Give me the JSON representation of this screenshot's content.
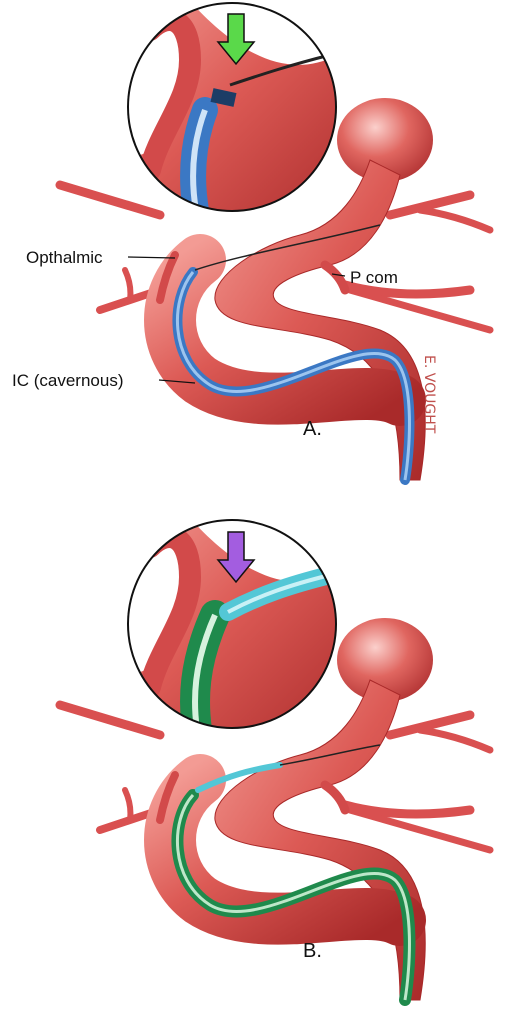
{
  "panels": [
    {
      "id": "A",
      "label": "A.",
      "arrow_color": "#5ad94a",
      "catheter_color": "#3b78c4",
      "labels": {
        "opthalmic": "Opthalmic",
        "pcom": "P com",
        "ic": "IC (cavernous)"
      }
    },
    {
      "id": "B",
      "label": "B.",
      "arrow_color": "#a35de0",
      "catheter_color": "#1f8a4c",
      "inner_catheter_color": "#53c7d6"
    }
  ],
  "signature": "E. VOUGHT",
  "colors": {
    "artery": "#d94a4a",
    "artery_dark": "#a92a2a",
    "artery_light": "#f08a86",
    "background": "#ffffff"
  }
}
